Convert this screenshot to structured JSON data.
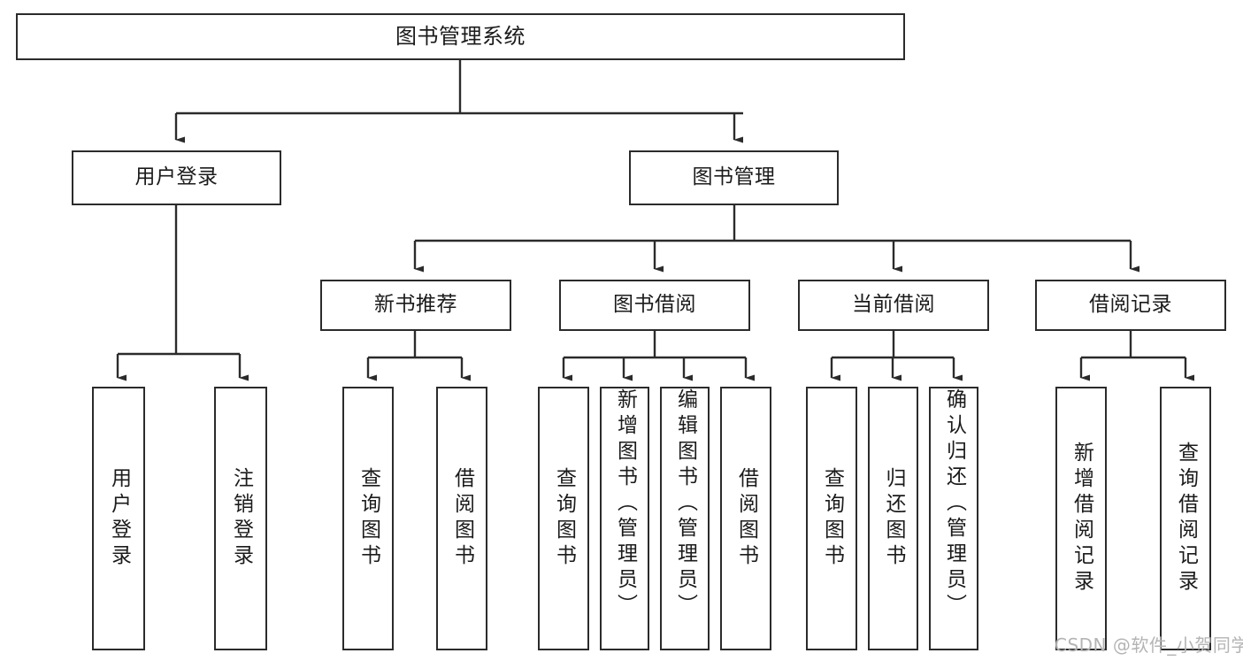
{
  "diagram": {
    "type": "tree",
    "title": "图书管理系统",
    "colors": {
      "border": "#2b2b2b",
      "background": "#ffffff",
      "text": "#1b1b1b",
      "watermark": "#b4b4b4"
    },
    "root": {
      "label": "图书管理系统"
    },
    "level2": [
      {
        "label": "用户登录"
      },
      {
        "label": "图书管理"
      }
    ],
    "level3": [
      {
        "label": "新书推荐"
      },
      {
        "label": "图书借阅"
      },
      {
        "label": "当前借阅"
      },
      {
        "label": "借阅记录"
      }
    ],
    "leaves": [
      {
        "label": "用户登录",
        "parent": "用户登录",
        "align": "center"
      },
      {
        "label": "注销登录",
        "parent": "用户登录",
        "align": "center"
      },
      {
        "label": "查询图书",
        "parent": "新书推荐",
        "align": "center"
      },
      {
        "label": "借阅图书",
        "parent": "新书推荐",
        "align": "center"
      },
      {
        "label": "查询图书",
        "parent": "图书借阅",
        "align": "center"
      },
      {
        "label": "新增图书（管理员）",
        "parent": "图书借阅",
        "align": "top"
      },
      {
        "label": "编辑图书（管理员）",
        "parent": "图书借阅",
        "align": "top"
      },
      {
        "label": "借阅图书",
        "parent": "图书借阅",
        "align": "center"
      },
      {
        "label": "查询图书",
        "parent": "当前借阅",
        "align": "center"
      },
      {
        "label": "归还图书",
        "parent": "当前借阅",
        "align": "center"
      },
      {
        "label": "确认归还（管理员）",
        "parent": "当前借阅",
        "align": "top"
      },
      {
        "label": "新增借阅记录",
        "parent": "借阅记录",
        "align": "center"
      },
      {
        "label": "查询借阅记录",
        "parent": "借阅记录",
        "align": "center"
      }
    ],
    "watermark": "CSDN @软件_小贺同学"
  }
}
